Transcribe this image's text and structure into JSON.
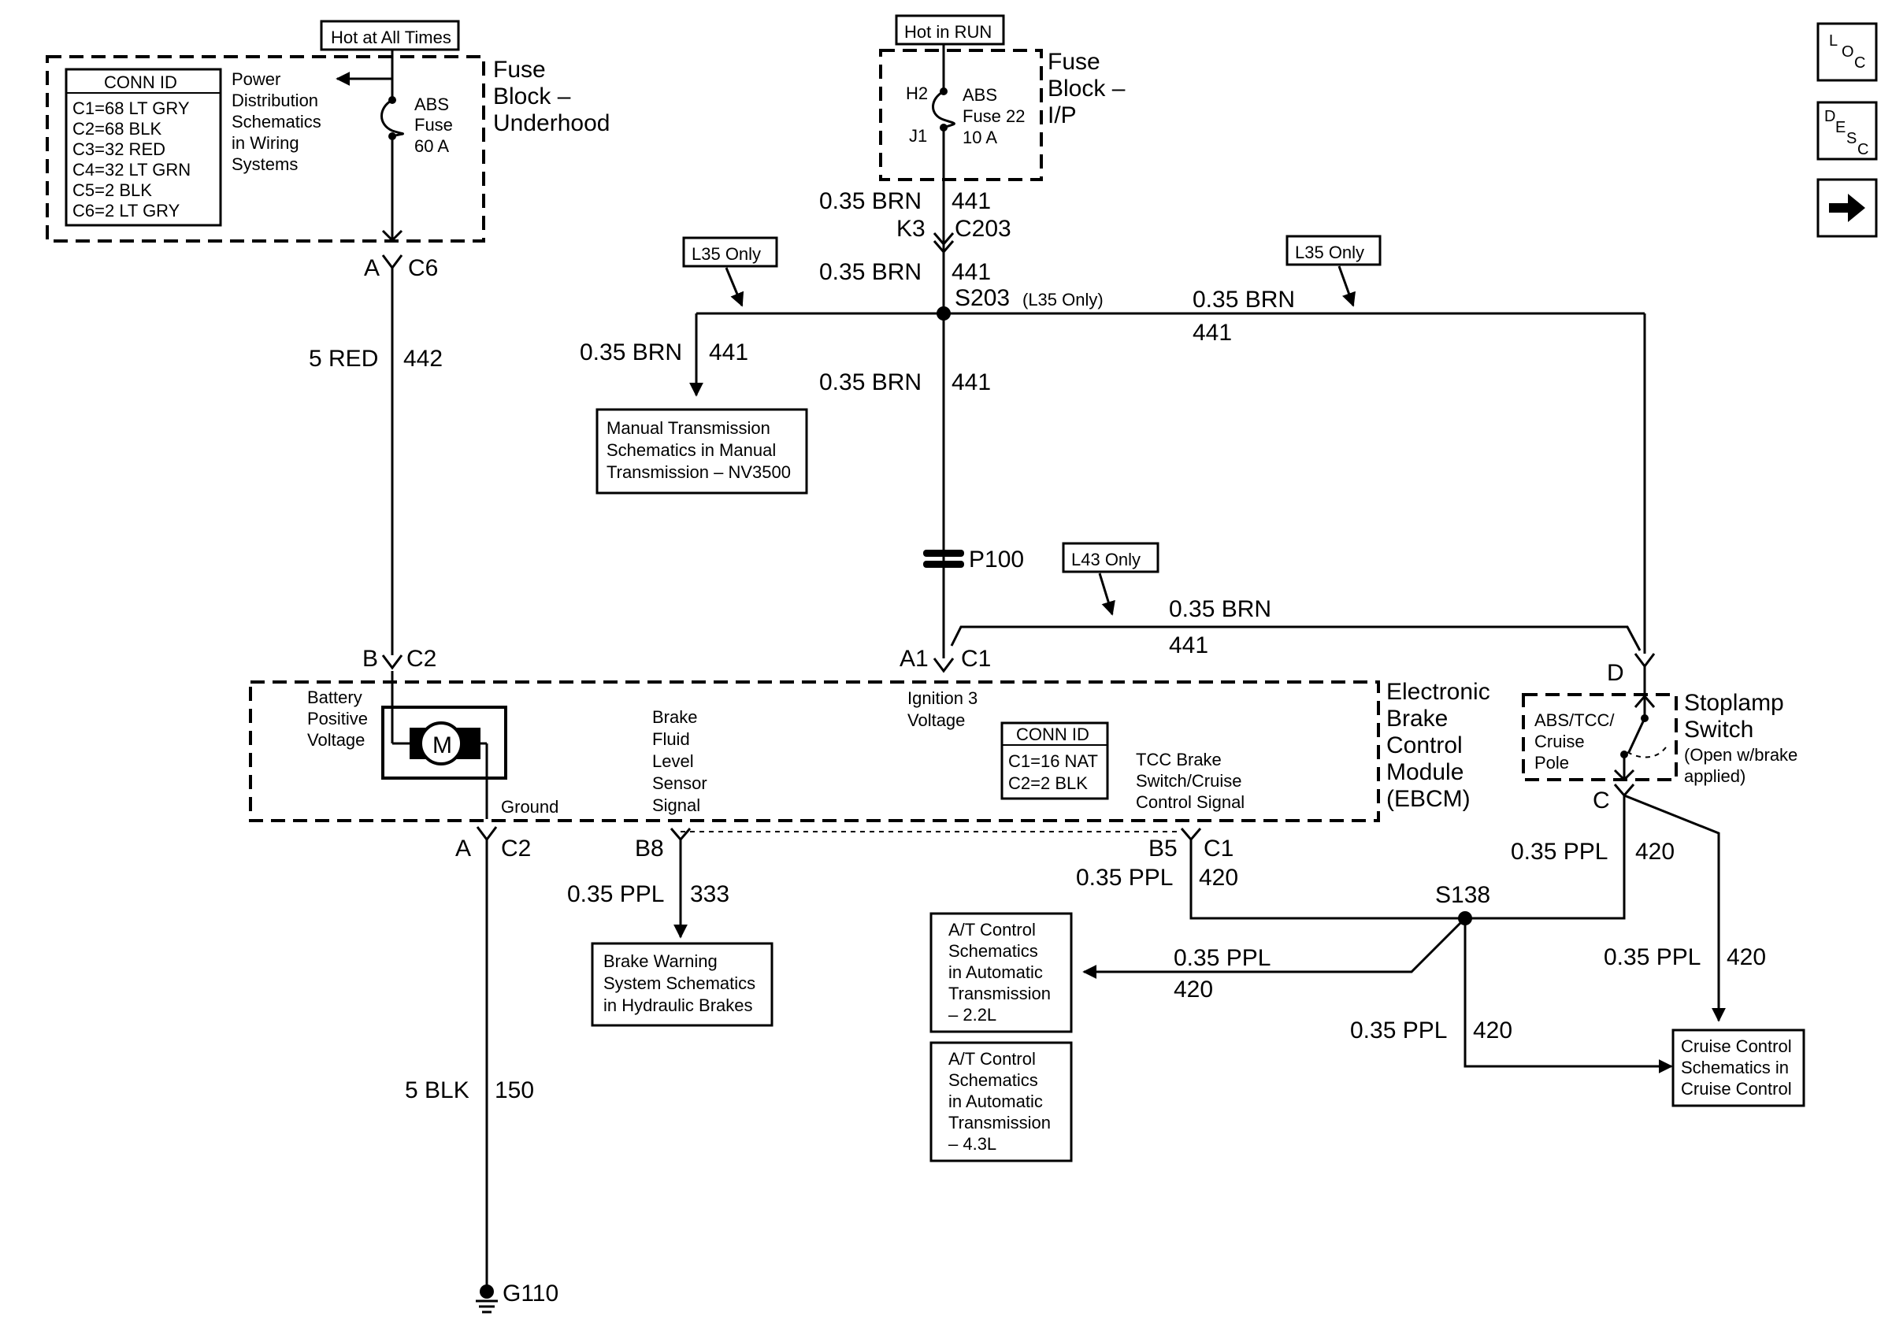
{
  "fuse_underhood": {
    "tag": "Hot at All Times",
    "conn_id_title": "CONN ID",
    "conn_ids": [
      "C1=68 LT GRY",
      "C2=68 BLK",
      "C3=32 RED",
      "C4=32 LT GRN",
      "C5=2 BLK",
      "C6=2 LT GRY"
    ],
    "pds_ref": [
      "Power",
      "Distribution",
      "Schematics",
      "in Wiring",
      "Systems"
    ],
    "fuse": [
      "ABS",
      "Fuse",
      "60 A"
    ],
    "title": [
      "Fuse",
      "Block –",
      "Underhood"
    ],
    "conn_pin": "A",
    "conn_name": "C6"
  },
  "fuse_ip": {
    "tag": "Hot in RUN",
    "pin_in": "H2",
    "pin_out": "J1",
    "fuse": [
      "ABS",
      "Fuse 22",
      "10 A"
    ],
    "title": [
      "Fuse",
      "Block –",
      "I/P"
    ]
  },
  "wires": {
    "w442": {
      "gauge": "5 RED",
      "circuit": "442"
    },
    "w441_a": {
      "gauge": "0.35 BRN",
      "circuit": "441"
    },
    "k3": {
      "pin": "K3",
      "conn": "C203"
    },
    "w441_b": {
      "gauge": "0.35 BRN",
      "circuit": "441"
    },
    "s203": {
      "name": "S203",
      "note": "(L35 Only)"
    },
    "w441_right": {
      "gauge": "0.35 BRN",
      "circuit": "441"
    },
    "w441_left": {
      "gauge": "0.35 BRN",
      "circuit": "441"
    },
    "w441_down": {
      "gauge": "0.35 BRN",
      "circuit": "441"
    },
    "p100": "P100",
    "w441_l43": {
      "gauge": "0.35 BRN",
      "circuit": "441"
    },
    "w150": {
      "gauge": "5 BLK",
      "circuit": "150"
    },
    "w333": {
      "gauge": "0.35 PPL",
      "circuit": "333"
    },
    "w420_b5": {
      "gauge": "0.35 PPL",
      "circuit": "420"
    },
    "w420_c": {
      "gauge": "0.35 PPL",
      "circuit": "420"
    },
    "w420_cruise": {
      "gauge": "0.35 PPL",
      "circuit": "420"
    },
    "w420_at": {
      "gauge": "0.35 PPL",
      "circuit": "420"
    },
    "w420_s138": {
      "gauge": "0.35 PPL",
      "circuit": "420"
    },
    "s138": "S138",
    "g110": "G110"
  },
  "options": {
    "l35_left": "L35 Only",
    "l35_right": "L35 Only",
    "l43": "L43 Only"
  },
  "refs": {
    "manual_trans": [
      "Manual Transmission",
      "Schematics in Manual",
      "Transmission – NV3500"
    ],
    "brake_warning": [
      "Brake Warning",
      "System Schematics",
      "in Hydraulic Brakes"
    ],
    "at_22": [
      "A/T Control",
      "Schematics",
      "in Automatic",
      "Transmission",
      "– 2.2L"
    ],
    "at_43": [
      "A/T Control",
      "Schematics",
      "in Automatic",
      "Transmission",
      "– 4.3L"
    ],
    "cruise": [
      "Cruise Control",
      "Schematics in",
      "Cruise Control"
    ]
  },
  "ebcm": {
    "title": [
      "Electronic",
      "Brake",
      "Control",
      "Module",
      "(EBCM)"
    ],
    "b_pin": "B",
    "b_conn": "C2",
    "a1_pin": "A1",
    "a1_conn": "C1",
    "a_pin": "A",
    "a_conn": "C2",
    "b8_pin": "B8",
    "b5_pin": "B5",
    "b5_conn": "C1",
    "battery": [
      "Battery",
      "Positive",
      "Voltage"
    ],
    "motor": "M",
    "ground": "Ground",
    "brake_fluid": [
      "Brake",
      "Fluid",
      "Level",
      "Sensor",
      "Signal"
    ],
    "ignition": [
      "Ignition 3",
      "Voltage"
    ],
    "conn_id_title": "CONN ID",
    "conn_ids": [
      "C1=16 NAT",
      "C2=2 BLK"
    ],
    "tcc": [
      "TCC Brake",
      "Switch/Cruise",
      "Control Signal"
    ]
  },
  "stoplamp": {
    "title": [
      "Stoplamp",
      "Switch"
    ],
    "note": [
      "(Open w/brake",
      "applied)"
    ],
    "pole": [
      "ABS/TCC/",
      "Cruise",
      "Pole"
    ],
    "pin_d": "D",
    "pin_c": "C"
  },
  "nav": {
    "loc": [
      "L",
      "O",
      "C"
    ],
    "desc": [
      "D",
      "E",
      "S",
      "C"
    ]
  }
}
